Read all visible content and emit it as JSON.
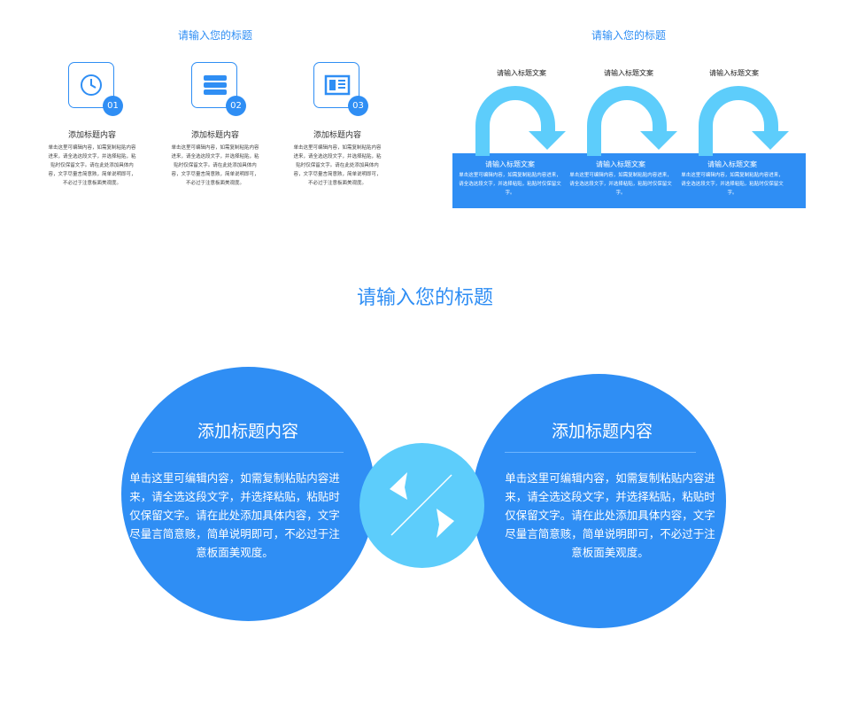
{
  "panel1": {
    "title": "请输入您的标题",
    "items": [
      {
        "number": "01",
        "icon": "clock-icon",
        "title": "添加标题内容",
        "desc": "单击这里可编辑内容，如需复制粘贴内容进来，请全选这段文字，并选择粘贴，粘贴时仅保留文字。请在此处添加具体内容，文字尽量言简意赅，简单说明即可，不必过于注意板面美观度。"
      },
      {
        "number": "02",
        "icon": "stack-icon",
        "title": "添加标题内容",
        "desc": "单击这里可编辑内容，如需复制粘贴内容进来，请全选这段文字，并选择粘贴，粘贴时仅保留文字。请在此处添加具体内容，文字尽量言简意赅，简单说明即可，不必过于注意板面美观度。"
      },
      {
        "number": "03",
        "icon": "book-icon",
        "title": "添加标题内容",
        "desc": "单击这里可编辑内容，如需复制粘贴内容进来，请全选这段文字，并选择粘贴，粘贴时仅保留文字。请在此处添加具体内容，文字尽量言简意赅，简单说明即可，不必过于注意板面美观度。"
      }
    ]
  },
  "panel2": {
    "title": "请输入您的标题",
    "items": [
      {
        "head": "请输入标题文案",
        "title": "请输入标题文案",
        "desc": "单击这里可编辑内容，如需复制粘贴内容进来，请全选这段文字，并选择粘贴，粘贴时仅保留文字。"
      },
      {
        "head": "请输入标题文案",
        "title": "请输入标题文案",
        "desc": "单击这里可编辑内容，如需复制粘贴内容进来，请全选这段文字，并选择粘贴，粘贴时仅保留文字。"
      },
      {
        "head": "请输入标题文案",
        "title": "请输入标题文案",
        "desc": "单击这里可编辑内容，如需复制粘贴内容进来，请全选这段文字，并选择粘贴，粘贴时仅保留文字。"
      }
    ]
  },
  "panel3": {
    "title": "请输入您的标题",
    "left": {
      "title": "添加标题内容",
      "desc": "单击这里可编辑内容，如需复制粘贴内容进来，请全选这段文字，并选择粘贴，粘贴时仅保留文字。请在此处添加具体内容，文字尽量言简意赅，简单说明即可，不必过于注意板面美观度。"
    },
    "right": {
      "title": "添加标题内容",
      "desc": "单击这里可编辑内容，如需复制粘贴内容进来，请全选这段文字，并选择粘贴，粘贴时仅保留文字。请在此处添加具体内容，文字尽量言简意赅，简单说明即可，不必过于注意板面美观度。"
    },
    "center_icon": "exchange-arrows-icon"
  },
  "colors": {
    "primary": "#2f8ef4",
    "light": "#5dcdfb",
    "band": "#2f8ef4"
  }
}
